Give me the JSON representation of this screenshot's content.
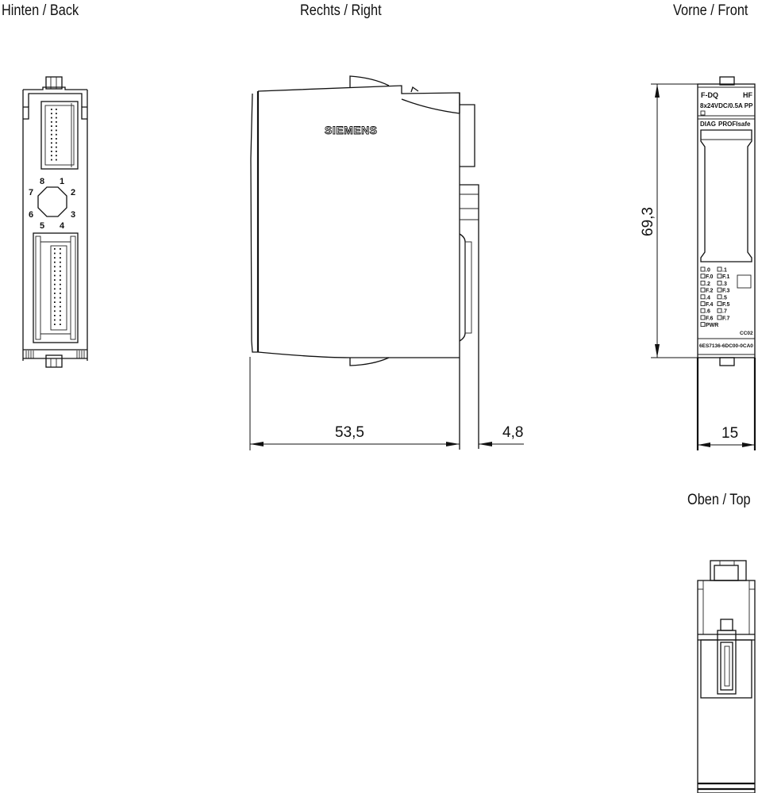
{
  "views": {
    "back": {
      "title": "Hinten / Back",
      "connector_labels": [
        "8",
        "1",
        "7",
        "2",
        "6",
        "3",
        "5",
        "4"
      ]
    },
    "right": {
      "title": "Rechts / Right",
      "brand": "SIEMENS"
    },
    "front": {
      "title": "Vorne / Front",
      "module_name": "F-DQ",
      "module_class": "HF",
      "module_spec": "8x24VDC/0.5A PP",
      "diag_label": "DIAG",
      "profisafe_label": "PROFIsafe",
      "led_labels_left": [
        ".0",
        "F.0",
        ".2",
        "F.2",
        ".4",
        "F.4",
        ".6",
        "F.6",
        "PWR"
      ],
      "led_labels_right": [
        ".1",
        "F.1",
        ".3",
        "F.3",
        ".5",
        "F.5",
        ".7",
        "F.7"
      ],
      "color_code": "CC02",
      "article_number": "6ES7136-6DC00-0CA0"
    },
    "top": {
      "title": "Oben / Top"
    }
  },
  "dimensions": {
    "depth": "53,5",
    "connector_depth": "4,8",
    "height": "69,3",
    "width": "15"
  },
  "colors": {
    "line": "#111111",
    "background": "#ffffff"
  }
}
